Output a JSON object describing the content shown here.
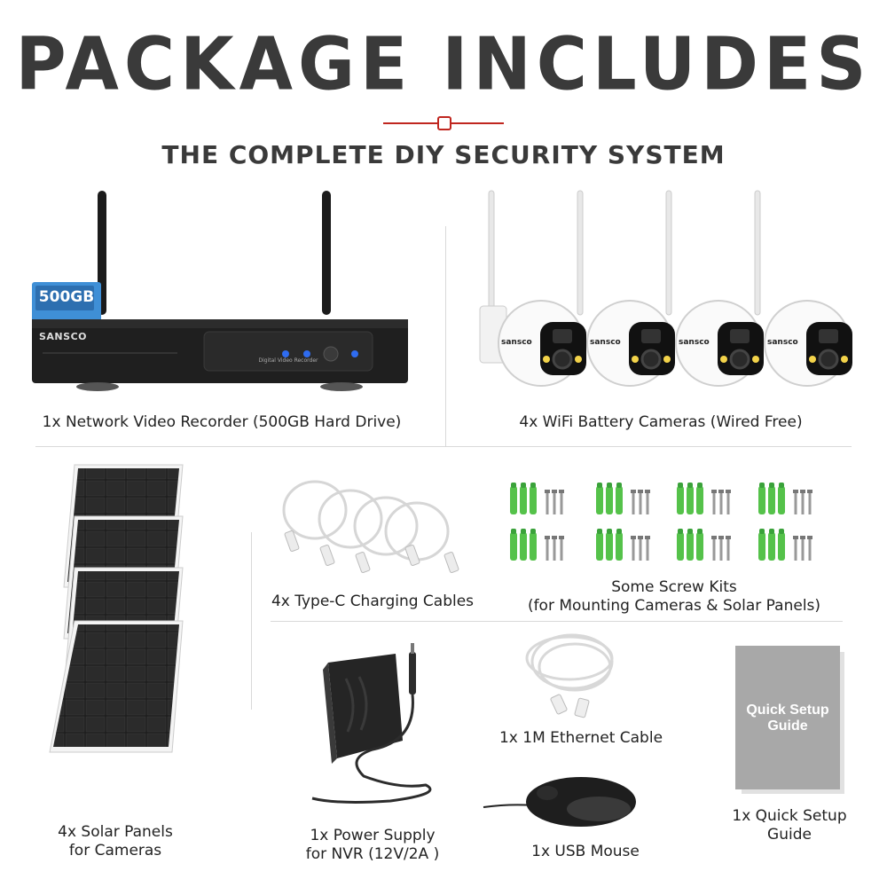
{
  "header": {
    "title": "PACKAGE INCLUDES",
    "subtitle": "THE COMPLETE DIY SECURITY SYSTEM"
  },
  "nvr": {
    "brand": "SANSCO",
    "hdd_badge": "500GB",
    "panel_text": "Digital Video Recorder",
    "label": "1x Network Video Recorder (500GB Hard Drive)"
  },
  "cameras": {
    "brand": "sansco",
    "label": "4x WiFi Battery Cameras (Wired Free)"
  },
  "solar": {
    "label_line1": "4x Solar Panels",
    "label_line2": "for Cameras"
  },
  "cables": {
    "label": "4x Type-C Charging Cables"
  },
  "screws": {
    "label_line1": "Some Screw Kits",
    "label_line2": "(for Mounting Cameras & Solar Panels)"
  },
  "power": {
    "label_line1": "1x Power Supply",
    "label_line2": "for NVR (12V/2A )"
  },
  "ethernet": {
    "label": "1x 1M Ethernet Cable"
  },
  "mouse": {
    "label": "1x USB Mouse"
  },
  "guide": {
    "cover_line1": "Quick Setup",
    "cover_line2": "Guide",
    "label_line1": "1x Quick Setup",
    "label_line2": "Guide"
  },
  "colors": {
    "accent_red": "#c0261f",
    "title_gray": "#3a3a3a",
    "badge_blue": "#3f8fd6",
    "led_blue": "#2f6cf0",
    "screw_green": "#55c24a"
  }
}
